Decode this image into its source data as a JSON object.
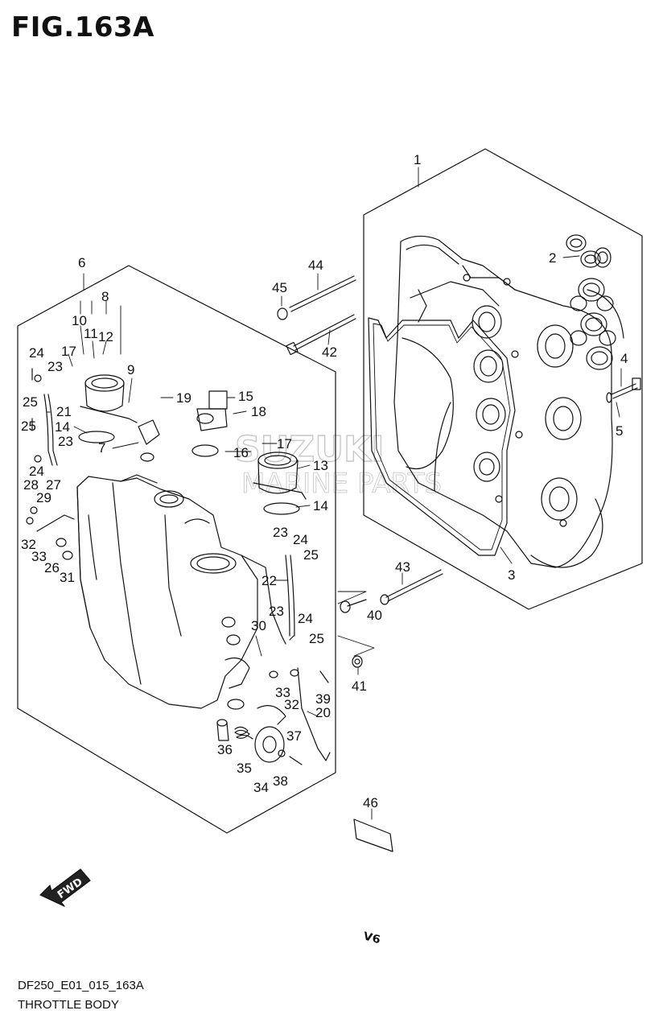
{
  "figure": {
    "title": "FIG.163A",
    "code": "DF250_E01_015_163A",
    "name": "THROTTLE BODY"
  },
  "watermark": {
    "line1": "SUZUKI",
    "line2": "MARINE PARTS"
  },
  "fwd_arrow_label": "FWD",
  "badge_label": "V6",
  "callouts": [
    "1",
    "2",
    "3",
    "4",
    "5",
    "6",
    "7",
    "8",
    "9",
    "10",
    "11",
    "12",
    "13",
    "14",
    "14",
    "15",
    "16",
    "17",
    "17",
    "18",
    "19",
    "20",
    "21",
    "22",
    "23",
    "23",
    "23",
    "23",
    "24",
    "24",
    "24",
    "24",
    "25",
    "25",
    "25",
    "25",
    "26",
    "27",
    "28",
    "29",
    "30",
    "31",
    "32",
    "32",
    "33",
    "33",
    "34",
    "35",
    "36",
    "37",
    "38",
    "39",
    "40",
    "41",
    "42",
    "43",
    "44",
    "45",
    "46"
  ]
}
